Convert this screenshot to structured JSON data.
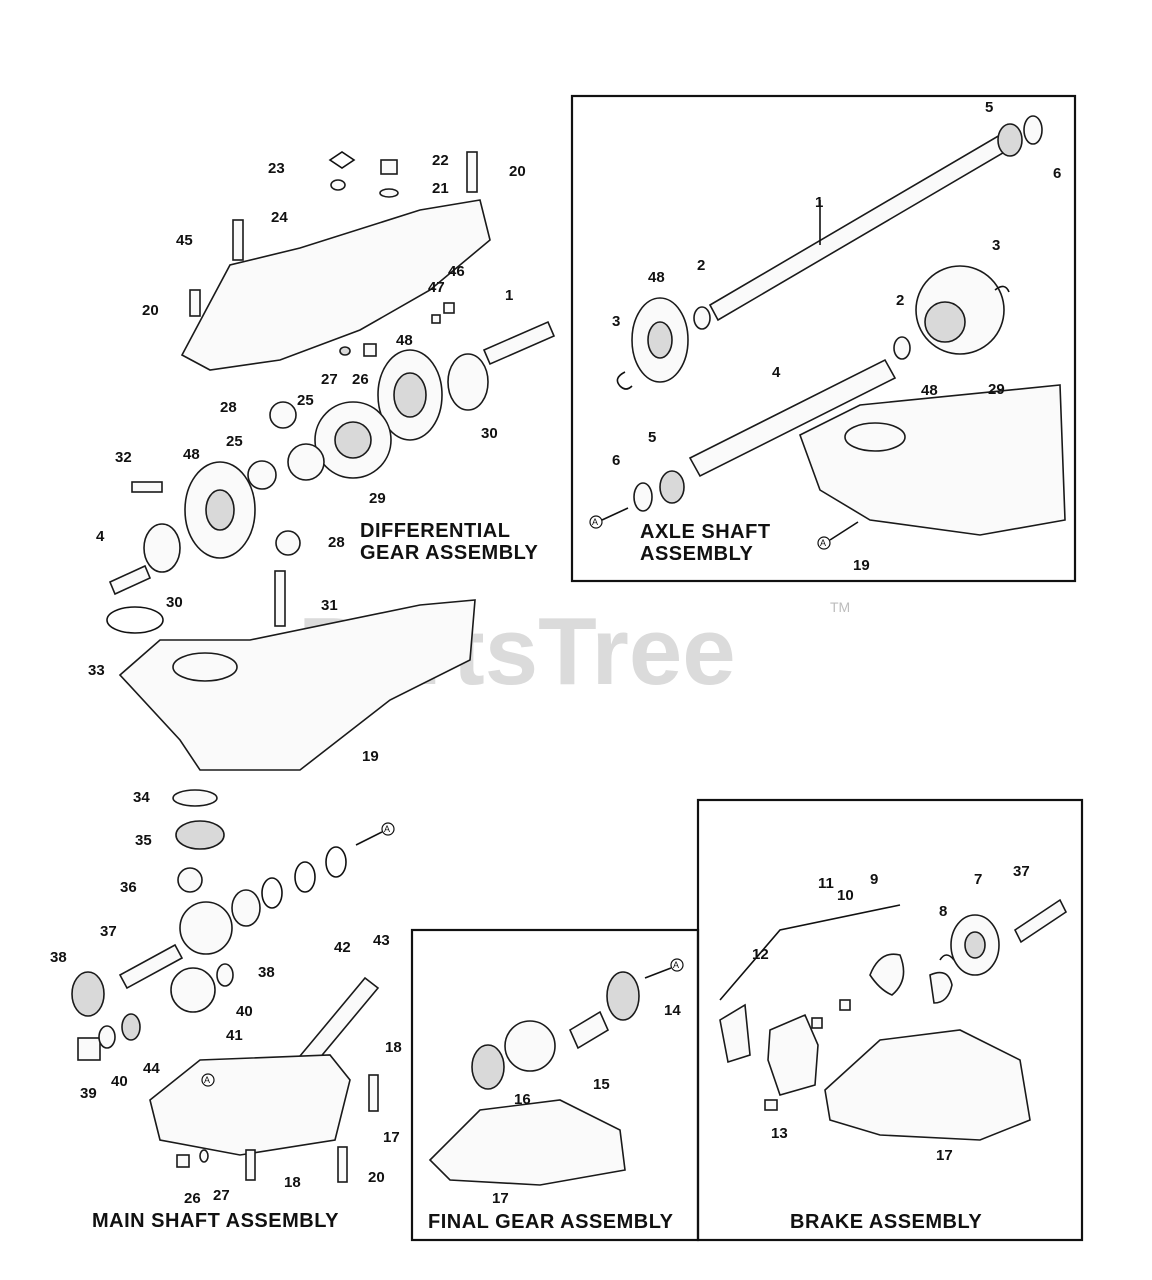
{
  "watermark": {
    "text": "PartsTree",
    "trademark": "TM"
  },
  "reference_marker": "A",
  "sections": {
    "differential": {
      "title_line1": "DIFFERENTIAL",
      "title_line2": "GEAR ASSEMBLY"
    },
    "axle_shaft": {
      "title_line1": "AXLE SHAFT",
      "title_line2": "ASSEMBLY"
    },
    "main_shaft": {
      "title": "MAIN SHAFT ASSEMBLY"
    },
    "final_gear": {
      "title": "FINAL GEAR ASSEMBLY"
    },
    "brake": {
      "title": "BRAKE ASSEMBLY"
    }
  },
  "callouts": {
    "diff": [
      "23",
      "22",
      "20",
      "21",
      "24",
      "45",
      "20",
      "46",
      "47",
      "1",
      "27",
      "26",
      "48",
      "30",
      "28",
      "25",
      "32",
      "48",
      "25",
      "29",
      "4",
      "30",
      "28",
      "31",
      "33",
      "19"
    ],
    "axle": [
      "5",
      "6",
      "1",
      "48",
      "2",
      "3",
      "3",
      "2",
      "4",
      "48",
      "29",
      "6",
      "5",
      "19"
    ],
    "main": [
      "34",
      "35",
      "36",
      "42",
      "37",
      "38",
      "38",
      "40",
      "41",
      "43",
      "39",
      "40",
      "44",
      "18",
      "17",
      "26",
      "27",
      "18",
      "20"
    ],
    "final": [
      "14",
      "15",
      "16",
      "17"
    ],
    "brake": [
      "11",
      "10",
      "9",
      "7",
      "37",
      "8",
      "12",
      "13",
      "17"
    ]
  }
}
